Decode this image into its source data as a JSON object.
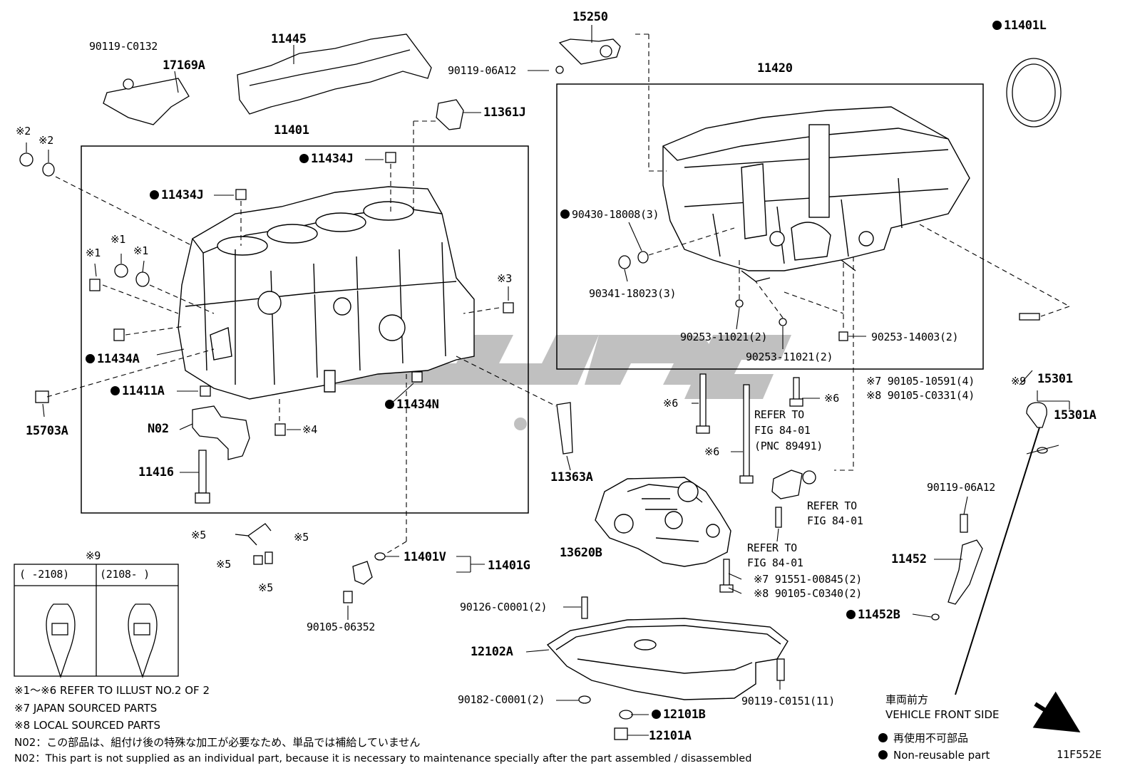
{
  "diagram": {
    "doc_id": "11F552E",
    "watermark": "ﺩﻳﻮﻣ",
    "labels": {
      "p90119_C0132": "90119-C0132",
      "p17169A": "17169A",
      "p11445": "11445",
      "p15250": "15250",
      "p90119_06A12_top": "90119-06A12",
      "p11361J": "11361J",
      "p11401L": "11401L",
      "p11420": "11420",
      "p11401": "11401",
      "p11434J_a": "11434J",
      "p11434J_b": "11434J",
      "p11434A": "11434A",
      "p11411A": "11411A",
      "p11434N": "11434N",
      "p15703A": "15703A",
      "pN02": "N02",
      "p11416": "11416",
      "p11363A": "11363A",
      "p90430": "90430-18008(3)",
      "p90341": "90341-18023(3)",
      "p90253_a": "90253-11021(2)",
      "p90253_b": "90253-11021(2)",
      "p90253_c": "90253-14003(2)",
      "p90105_10591": "90105-10591(4)",
      "p90105_C0331": "90105-C0331(4)",
      "p15301": "15301",
      "p15301A": "15301A",
      "refer1_line1": "REFER TO",
      "refer1_line2": "FIG 84-01",
      "refer1_line3": "(PNC 89491)",
      "refer2_line1": "REFER TO",
      "refer2_line2": "FIG 84-01",
      "refer3_line1": "REFER TO",
      "refer3_line2": "FIG 84-01",
      "p13620B": "13620B",
      "p91551": "91551-00845(2)",
      "p90105_C0340": "90105-C0340(2)",
      "p90119_06A12_right": "90119-06A12",
      "p11452": "11452",
      "p11452B": "11452B",
      "p11401V": "11401V",
      "p11401G": "11401G",
      "p90105_06352": "90105-06352",
      "p90126": "90126-C0001(2)",
      "p12102A": "12102A",
      "p90182": "90182-C0001(2)",
      "p90119_C0151": "90119-C0151(11)",
      "p12101B": "12101B",
      "p12101A": "12101A"
    },
    "marks": {
      "m1": "※1",
      "m2": "※2",
      "m3": "※3",
      "m4": "※4",
      "m5": "※5",
      "m6": "※6",
      "m7": "※7",
      "m8": "※8",
      "m9": "※9"
    },
    "legend_table": {
      "header": "※9",
      "col1": "(      -2108)",
      "col2": "(2108-      )"
    },
    "notes": {
      "n1": "※1～※6  REFER TO ILLUST NO.2 OF 2",
      "n7": "※7 JAPAN SOURCED PARTS",
      "n8": "※8 LOCAL SOURCED PARTS",
      "n02_jp": "N02：この部品は、組付け後の特殊な加工が必要なため、単品では補給していません",
      "n02_en": "N02：This part is not supplied as an individual part, because it is necessary to maintenance specially after the part assembled / disassembled"
    },
    "front": {
      "jp": "車両前方",
      "en": "VEHICLE FRONT SIDE"
    },
    "key": {
      "jp": "再使用不可部品",
      "en": "Non-reusable part"
    }
  }
}
